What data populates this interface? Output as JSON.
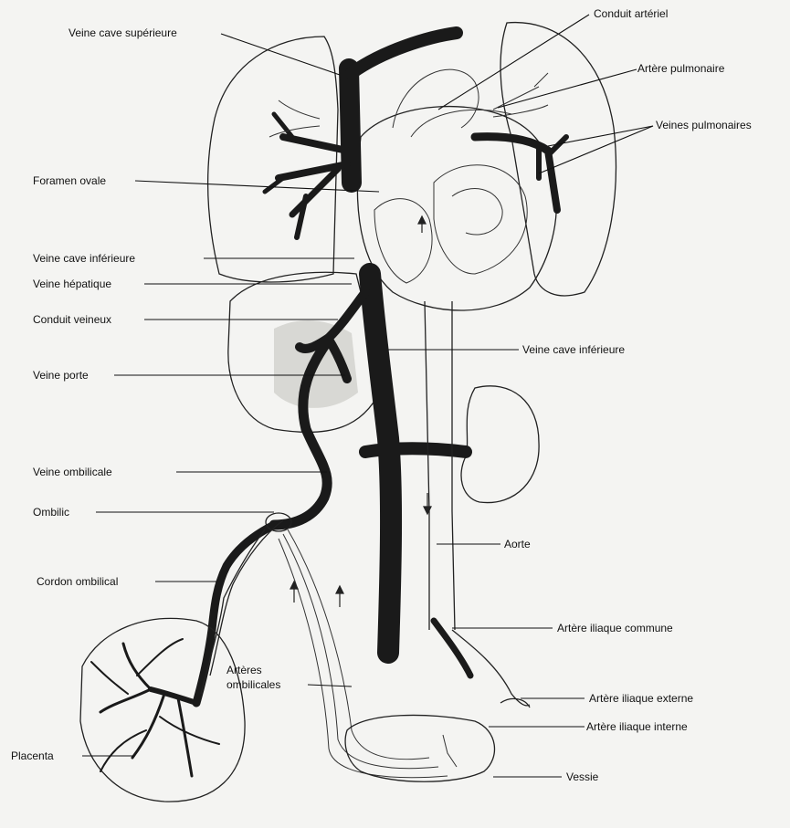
{
  "labels": {
    "veine_cave_superieure": "Veine cave supérieure",
    "conduit_arteriel": "Conduit artériel",
    "artere_pulmonaire": "Artère pulmonaire",
    "veines_pulmonaires": "Veines pulmonaires",
    "foramen_ovale": "Foramen ovale",
    "veine_cave_inferieure_1": "Veine cave inférieure",
    "veine_hepatique": "Veine hépatique",
    "conduit_veineux": "Conduit veineux",
    "veine_porte": "Veine porte",
    "veine_cave_inferieure_2": "Veine cave inférieure",
    "veine_ombilicale": "Veine ombilicale",
    "ombilic": "Ombilic",
    "aorte": "Aorte",
    "cordon_ombilical": "Cordon ombilical",
    "artere_iliaque_commune": "Artère iliaque commune",
    "arteres_ombilicales_1": "Artères",
    "arteres_ombilicales_2": "ombilicales",
    "artere_iliaque_externe": "Artère iliaque externe",
    "artere_iliaque_interne": "Artère iliaque interne",
    "placenta": "Placenta",
    "vessie": "Vessie"
  },
  "colors": {
    "background": "#f4f4f2",
    "ink": "#111111",
    "vessel_dark": "#1a1a1a"
  }
}
